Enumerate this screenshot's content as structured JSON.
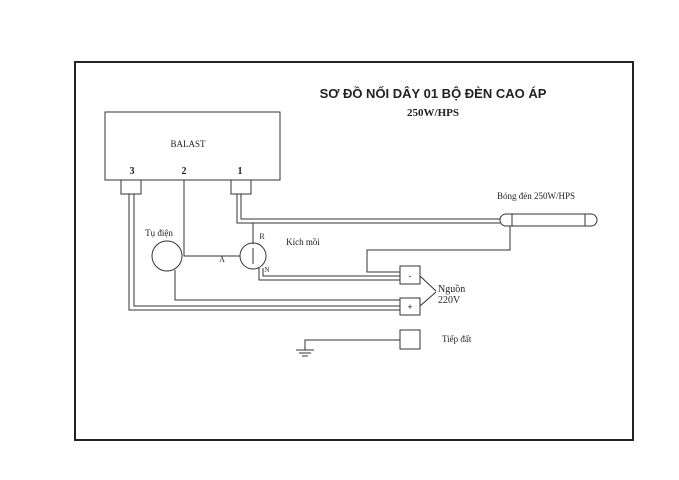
{
  "diagram": {
    "title": "SƠ ĐỒ NỐI DÂY 01 BỘ ĐÈN CAO ÁP",
    "subtitle": "250W/HPS",
    "ballast": {
      "label": "BALAST",
      "terminal_1": "3",
      "terminal_2": "2",
      "terminal_3": "1"
    },
    "capacitor_label": "Tụ điện",
    "igniter": {
      "label": "Kích mồi",
      "pin_r": "R",
      "pin_a": "A",
      "pin_n": "N"
    },
    "lamp_label": "Bóng đèn 250W/HPS",
    "power": {
      "label_line1": "Nguồn",
      "label_line2": "220V",
      "minus_label": "-",
      "plus_label": "+"
    },
    "ground_label": "Tiếp đất"
  },
  "colors": {
    "line": "#333333",
    "frame": "#222222",
    "background": "#ffffff"
  }
}
